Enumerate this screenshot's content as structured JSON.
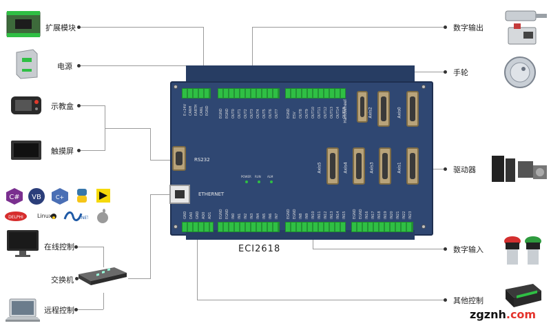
{
  "labels": {
    "expansion_module": "扩展模块",
    "power_supply": "电源",
    "teach_pendant": "示教盒",
    "touchscreen": "触摸屏",
    "online_control": "在线控制",
    "switch": "交换机",
    "remote_control": "远程控制",
    "digital_output": "数字输出",
    "handwheel": "手轮",
    "drive": "驱动器",
    "digital_input": "数字输入",
    "other_control": "其他控制"
  },
  "board": {
    "model": "ECI2618",
    "rs232": "RS232",
    "ethernet": "ETHERNET",
    "led_labels": [
      "POWER",
      "RUN",
      "ALM"
    ],
    "axis_labels": [
      "Axis0",
      "Axis1",
      "Axis2",
      "Axis3",
      "Axis4",
      "Axis5"
    ],
    "handwheel_label": "HandWheel",
    "top_pins_left": [
      "E+24V",
      "CANH",
      "EARTH",
      "CANL",
      "EGND"
    ],
    "top_pins_mid": [
      "EGND",
      "EGND",
      "OUT0",
      "OUT1",
      "OUT2",
      "OUT3",
      "OUT4",
      "OUT5",
      "OUT6",
      "OUT7"
    ],
    "top_pins_right": [
      "EGND",
      "E5V",
      "OUT8",
      "OUT9",
      "OUT10",
      "OUT11",
      "OUT12",
      "OUT13",
      "OUT14",
      "OUT15"
    ],
    "bot_pins_left": [
      "GND",
      "DA0",
      "GND",
      "AD0",
      "AD1"
    ],
    "bot_pins_mid": [
      "EGND",
      "EGND",
      "IN0",
      "IN1",
      "IN2",
      "IN3",
      "IN4",
      "IN5",
      "IN6",
      "IN7"
    ],
    "bot_pins_r1": [
      "EGND",
      "EGND",
      "IN8",
      "IN9",
      "IN10",
      "IN11",
      "IN12",
      "IN13",
      "IN14",
      "IN15"
    ],
    "bot_pins_r2": [
      "EGND",
      "EGND",
      "IN16",
      "IN17",
      "IN18",
      "IN19",
      "IN20",
      "IN21",
      "IN22",
      "IN23"
    ]
  },
  "software_logos": [
    "C#",
    "VB",
    "C++",
    "PYTHON",
    "LabVIEW",
    "DELPHI",
    "Linux",
    ".NET",
    "Apple"
  ],
  "watermark": {
    "part1": "zgznh",
    "part2": ".com"
  },
  "colors": {
    "board": "#2f4772",
    "terminal": "#2fbf44",
    "connector": "#b8a37a",
    "watermark_red": "#e4322b"
  }
}
